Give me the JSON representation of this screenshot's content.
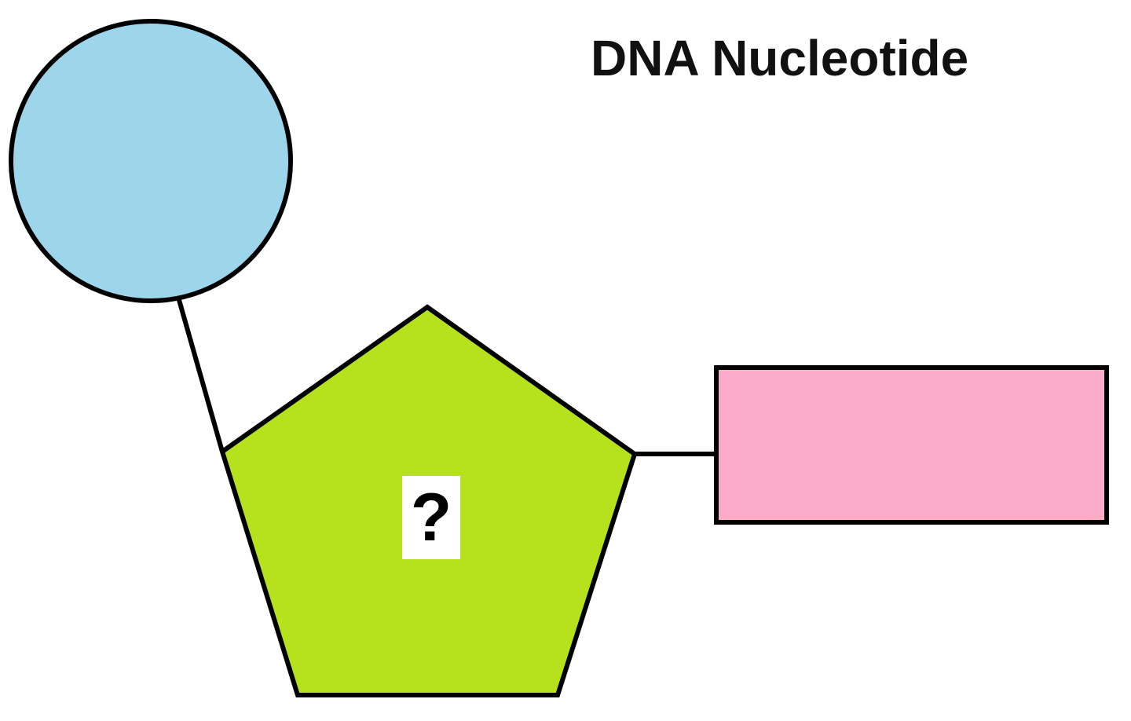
{
  "title": "DNA Nucleotide",
  "sugar_label": "?",
  "colors": {
    "phosphate": "#9dd6ea",
    "sugar": "#b5e21c",
    "base": "#fbabc8",
    "outline": "#000000",
    "label_background": "#ffffff"
  },
  "parts": [
    "phosphate-circle",
    "sugar-pentagon",
    "base-rectangle"
  ]
}
